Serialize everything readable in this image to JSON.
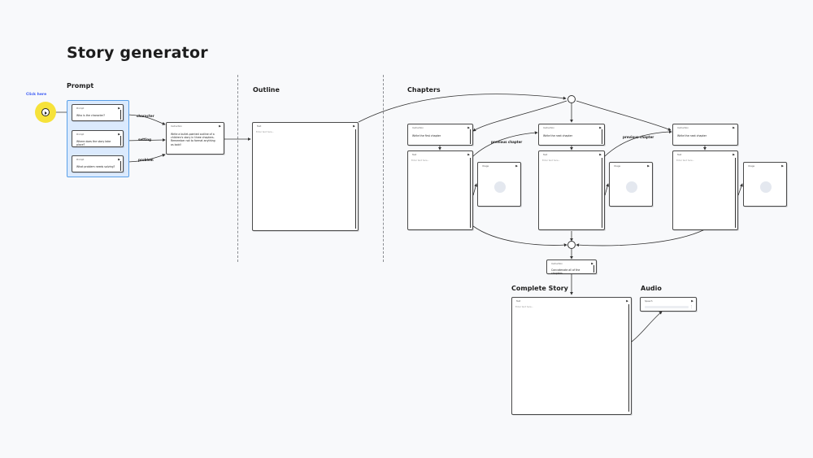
{
  "title": "Story generator",
  "sections": {
    "prompt": "Prompt",
    "outline": "Outline",
    "chapters": "Chapters",
    "complete_story": "Complete Story",
    "audio": "Audio"
  },
  "click_here": "Click here",
  "node_types": {
    "prompt": "Prompt",
    "instruction": "Instruction",
    "text": "Text",
    "image": "Image",
    "speech": "Speech"
  },
  "prompts": [
    "Who is the character?",
    "Where does the story take place?",
    "What problem needs solving?"
  ],
  "edge_labels": {
    "character": "character",
    "setting": "setting",
    "problem": "problem",
    "previous_chapter": "previous chapter"
  },
  "outline_instruction": "Write a bullet-pointed outline of a children's story in three chapters. Remember not to format anything as bold!",
  "text_placeholder": "Enter text here...",
  "chapter_instructions": [
    "Write the first chapter",
    "Write the next chapter",
    "Write the next chapter"
  ],
  "concat_instruction": "Concatenate all of the chapters",
  "speech_placeholder": "",
  "colors": {
    "prompt_group_bg": "#dbeafd",
    "prompt_group_border": "#5aa0e8",
    "click_highlight": "#f6e23a",
    "click_label": "#3d5cf5",
    "background": "#f8f9fb"
  }
}
